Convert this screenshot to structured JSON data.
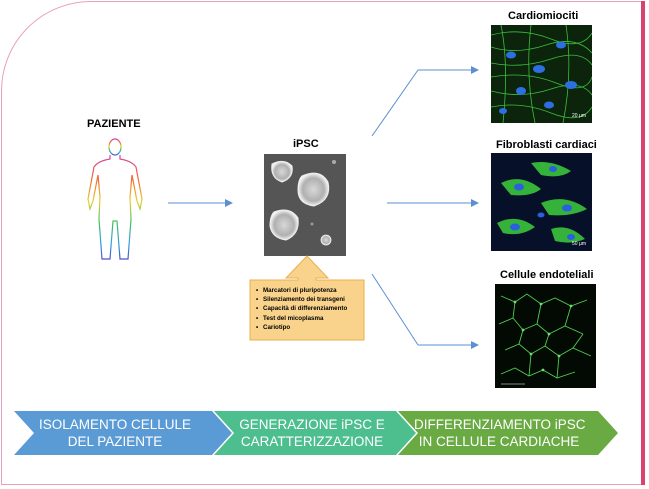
{
  "labels": {
    "patient": "PAZIENTE",
    "ipsc": "iPSC",
    "cardiomyocytes": "Cardiomiociti",
    "fibroblasts": "Fibroblasti cardiaci",
    "endothelial": "Cellule endoteliali"
  },
  "scale_bars": {
    "cardiomyocytes": "20 µm",
    "fibroblasts": "50 µm"
  },
  "characterization": {
    "items": [
      "Marcatori di pluripotenza",
      "Silenziamento dei transgeni",
      "Capacità di differenziamento",
      "Test del micoplasma",
      "Cariotipo"
    ],
    "box_color": "#f9d38c"
  },
  "steps": [
    {
      "line1": "ISOLAMENTO CELLULE",
      "line2": "DEL PAZIENTE",
      "color": "#5b9bd5"
    },
    {
      "line1": "GENERAZIONE iPSC E",
      "line2": "CARATTERIZZAZIONE",
      "color": "#4dbf8f"
    },
    {
      "line1": "DIFFERENZIAMENTO iPSC",
      "line2": "IN CELLULE CARDIACHE",
      "color": "#6aaa43"
    }
  ],
  "colors": {
    "frame": "#e8a0bf",
    "arrow": "#5b8fd0"
  }
}
